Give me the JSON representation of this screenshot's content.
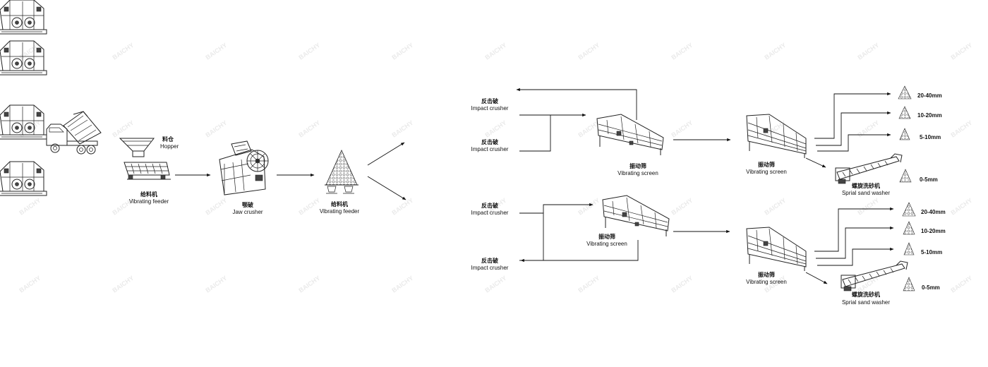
{
  "watermark": "BAICHY",
  "equipment": {
    "hopper": {
      "zh": "料仓",
      "en": "Hopper"
    },
    "feeder": {
      "zh": "给料机",
      "en": "Vibrating feeder"
    },
    "jaw": {
      "zh": "颚破",
      "en": "Jaw crusher"
    },
    "cone_pile": {
      "zh": "给料机",
      "en": "Vibrating feeder"
    },
    "impact1": {
      "zh": "反击破",
      "en": "Impact crusher"
    },
    "impact2": {
      "zh": "反击破",
      "en": "Impact crusher"
    },
    "impact3": {
      "zh": "反击破",
      "en": "Impact crusher"
    },
    "impact4": {
      "zh": "反击破",
      "en": "Impact crusher"
    },
    "screen_a": {
      "zh": "振动筛",
      "en": "Vibrating screen"
    },
    "screen_b": {
      "zh": "振动筛",
      "en": "Vibrating screen"
    },
    "screen_c": {
      "zh": "振动筛",
      "en": "Vibrating screen"
    },
    "screen_d": {
      "zh": "振动筛",
      "en": "Vibrating screen"
    },
    "washer_top": {
      "zh": "螺旋洗砂机",
      "en": "Sprial sand washer"
    },
    "washer_bot": {
      "zh": "螺旋洗砂机",
      "en": "Sprial sand washer"
    }
  },
  "products": {
    "top": [
      "20-40mm",
      "10-20mm",
      "5-10mm",
      "0-5mm"
    ],
    "bottom": [
      "20-40mm",
      "10-20mm",
      "5-10mm",
      "0-5mm"
    ]
  }
}
